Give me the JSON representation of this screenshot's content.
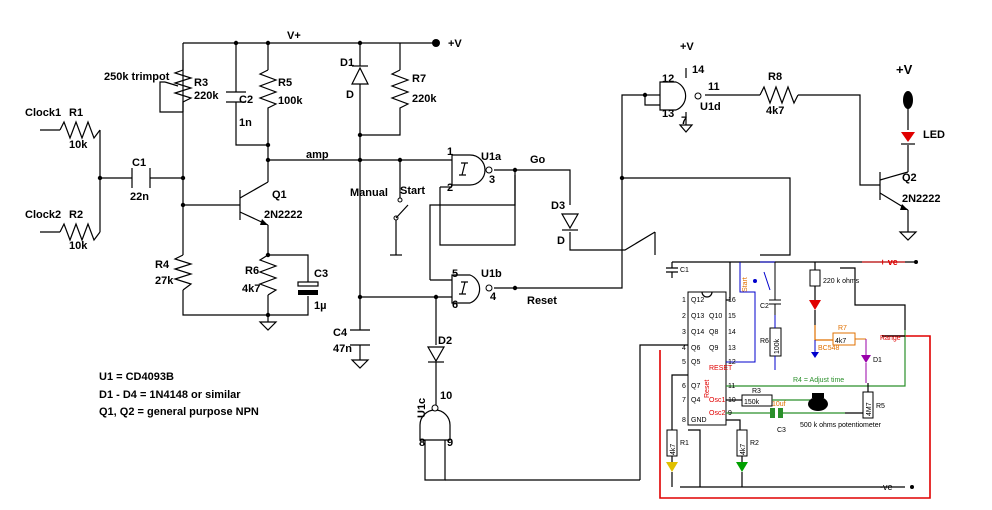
{
  "labels": {
    "vplus_rail": "V+",
    "vplus": "+V",
    "vplus_u1d": "+V",
    "vplus_led": "+V",
    "trimpot": "250k trimpot",
    "r3": "R3",
    "r3v": "220k",
    "r5": "R5",
    "r5v": "100k",
    "c2": "C2",
    "c2v": "1n",
    "d1": "D1",
    "d1v": "D",
    "r7": "R7",
    "r7v": "220k",
    "clock1": "Clock1",
    "r1": "R1",
    "r1v": "10k",
    "clock2": "Clock2",
    "r2": "R2",
    "r2v": "10k",
    "c1": "C1",
    "c1v": "22n",
    "q1": "Q1",
    "q1v": "2N2222",
    "r4": "R4",
    "r4v": "27k",
    "r6": "R6",
    "r6v": "4k7",
    "c3": "C3",
    "c3v": "1µ",
    "amp": "amp",
    "manual": "Manual",
    "start": "Start",
    "c4": "C4",
    "c4v": "47n",
    "u1a": "U1a",
    "u1a_p1": "1",
    "u1a_p2": "2",
    "u1a_p3": "3",
    "go": "Go",
    "u1b": "U1b",
    "u1b_p5": "5",
    "u1b_p6": "6",
    "u1b_p4": "4",
    "reset": "Reset",
    "d3": "D3",
    "d3v": "D",
    "d2": "D2",
    "u1c": "U1c",
    "u1c_p10": "10",
    "u1c_p8": "8",
    "u1c_p9": "9",
    "u1d": "U1d",
    "u1d_p14": "14",
    "u1d_p12": "12",
    "u1d_p13": "13",
    "u1d_p11": "11",
    "u1d_p7": "7",
    "r8": "R8",
    "r8v": "4k7",
    "led": "LED",
    "q2": "Q2",
    "q2v": "2N2222",
    "note1": "U1 = CD4093B",
    "note2": "D1 - D4 = 1N4148 or similar",
    "note3": "Q1, Q2 = general purpose NPN"
  },
  "inset": {
    "pos_rail": "+ ve",
    "neg_rail": "-ve",
    "c1": "C1",
    "r220k": "220 k ohms",
    "c2": "C2",
    "r6": "R6",
    "r6v": "100k",
    "pins_left": [
      "Q12",
      "Q13",
      "Q14",
      "Q6",
      "Q5",
      "Q7",
      "Q4",
      "GND"
    ],
    "pins_left_nums": [
      "1",
      "2",
      "3",
      "4",
      "5",
      "6",
      "7",
      "8"
    ],
    "pins_right": [
      "Q10",
      "Q8",
      "Q9",
      "RESET",
      "Osc1",
      "Osc2"
    ],
    "pins_right_nums": [
      "16",
      "15",
      "14",
      "13",
      "12",
      "11",
      "10",
      "9"
    ],
    "bc548": "BC548",
    "r7": "R7",
    "r7v": "4k7",
    "range": "Range",
    "d1": "D1",
    "r4note": "R4 = Adjust time",
    "r3": "R3",
    "r3v": "150k",
    "c3v": "10uf",
    "c3": "C3",
    "pot": "500 k ohms potentiometer",
    "r5": "R5",
    "r5v": "4M7",
    "r1": "R1",
    "r1v": "4k7",
    "r2": "R2",
    "r2v": "4k7",
    "reset_vert": "Reset",
    "start_vert": "Start"
  },
  "colors": {
    "wire": "#000000",
    "red_border": "#e00000",
    "green": "#2a8f2a",
    "blue": "#0000cc",
    "orange": "#e07000",
    "purple": "#9900aa",
    "led_red": "#e00000",
    "led_yellow": "#e0c000",
    "led_green": "#00a000"
  }
}
